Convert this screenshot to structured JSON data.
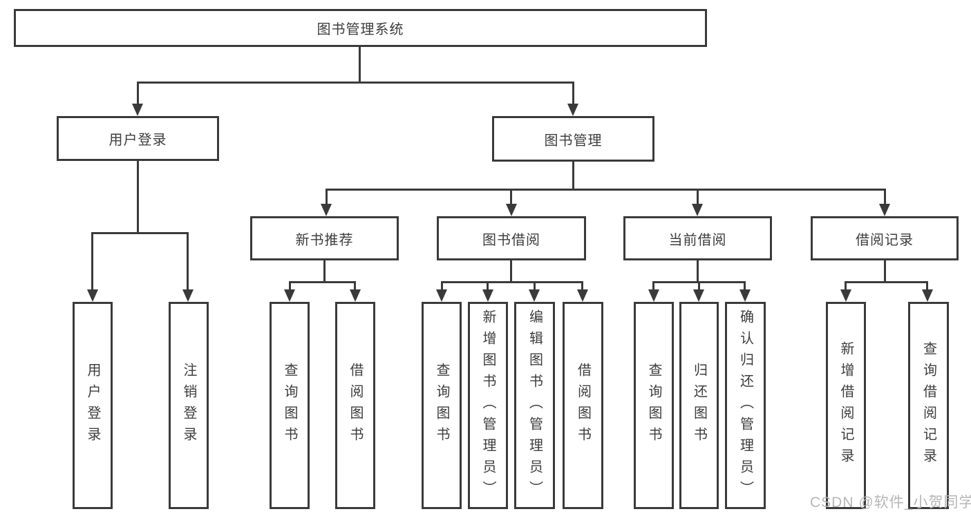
{
  "diagram": {
    "nodes": {
      "root": "图书管理系统",
      "user_login": "用户登录",
      "book_management": "图书管理",
      "new_book_recommend": "新书推荐",
      "book_borrowing": "图书借阅",
      "current_borrowing": "当前借阅",
      "borrowing_records": "借阅记录",
      "leaf_user_login": "用户登录",
      "leaf_logout_login": "注销登录",
      "leaf_query_books_1": "查询图书",
      "leaf_borrow_books_1": "借阅图书",
      "leaf_query_books_2": "查询图书",
      "leaf_add_books_admin": "新增图书（管理员）",
      "leaf_edit_books_admin": "编辑图书（管理员）",
      "leaf_borrow_books_2": "借阅图书",
      "leaf_query_books_3": "查询图书",
      "leaf_return_books": "归还图书",
      "leaf_confirm_return_admin": "确认归还（管理员）",
      "leaf_add_borrow_record": "新增借阅记录",
      "leaf_query_borrow_record": "查询借阅记录"
    },
    "colors": {
      "line": "#3a3a3a",
      "text": "#3d3d3d",
      "watermark": "#b6b6b6",
      "background": "#ffffff"
    }
  },
  "watermark": {
    "text": "CSDN @软件_小贺同学"
  }
}
